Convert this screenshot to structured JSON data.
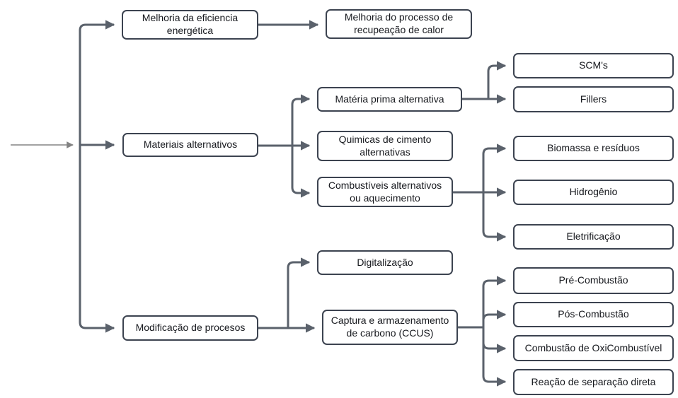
{
  "colors": {
    "background": "#ffffff",
    "connector": "#5a616b",
    "connector_thin": "#838383",
    "node_border": "#3c4350",
    "node_text": "#16181d"
  },
  "nodes": {
    "melhoria_eficiencia": {
      "label": "Melhoria da eficiencia energética"
    },
    "melhoria_processo": {
      "label": "Melhoria do processo de recupeação de calor"
    },
    "materiais_alternativos": {
      "label": "Materiais alternativos"
    },
    "materia_prima": {
      "label": "Matéria prima alternativa"
    },
    "quimicas": {
      "label": "Quimicas de cimento alternativas"
    },
    "combustiveis": {
      "label": "Combustíveis alternativos ou aquecimento"
    },
    "scms": {
      "label": "SCM's"
    },
    "fillers": {
      "label": "Fillers"
    },
    "biomassa": {
      "label": "Biomassa e resíduos"
    },
    "hidrogenio": {
      "label": "Hidrogênio"
    },
    "eletrificacao": {
      "label": "Eletrificação"
    },
    "digitalizacao": {
      "label": "Digitalização"
    },
    "modificacao": {
      "label": "Modificação de procesos"
    },
    "ccus": {
      "label": "Captura e armazenamento de carbono (CCUS)"
    },
    "pre_combustao": {
      "label": "Pré-Combustão"
    },
    "pos_combustao": {
      "label": "Pós-Combustão"
    },
    "oxi_combustivel": {
      "label": "Combustão de OxiCombustível"
    },
    "reacao_separacao": {
      "label": "Reação de separação direta"
    }
  }
}
